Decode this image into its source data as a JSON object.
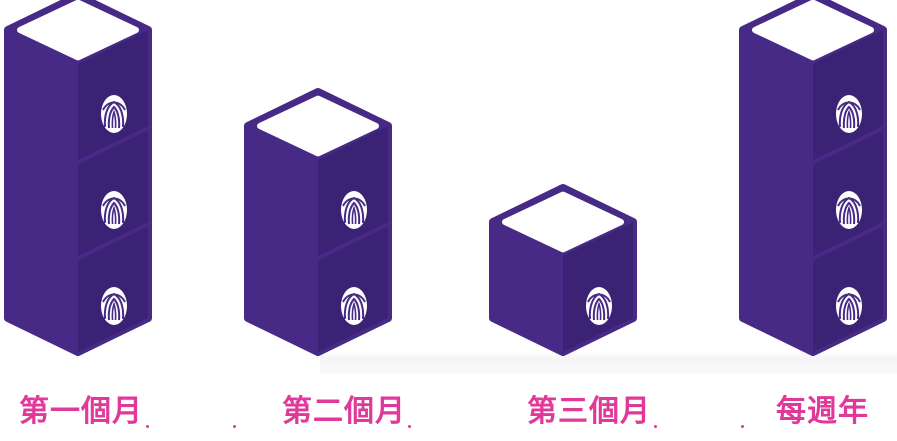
{
  "labels": [
    "第一個月",
    "第二個月",
    "第三個月",
    "每週年"
  ],
  "stacks": [
    {
      "count": 3,
      "label_index": 0
    },
    {
      "count": 2,
      "label_index": 1
    },
    {
      "count": 1,
      "label_index": 2
    },
    {
      "count": 3,
      "label_index": 3
    }
  ],
  "colors": {
    "cube_front": "#472a86",
    "cube_side": "#3c2274",
    "cube_top": "#ffffff",
    "label": "#e0399a"
  },
  "icons": [
    "cube-icon",
    "logo-icon"
  ]
}
